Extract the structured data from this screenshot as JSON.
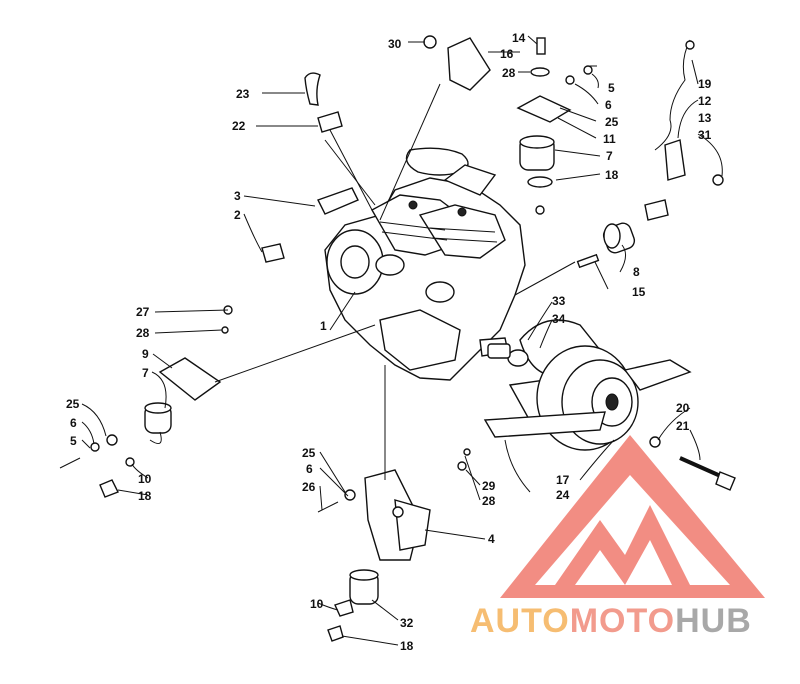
{
  "labels": {
    "l1": "1",
    "l2": "2",
    "l3": "3",
    "l4": "4",
    "l5a": "5",
    "l5b": "5",
    "l6a": "6",
    "l6b": "6",
    "l6c": "6",
    "l7a": "7",
    "l7b": "7",
    "l8": "8",
    "l9": "9",
    "l10a": "10",
    "l10b": "10",
    "l11": "11",
    "l12": "12",
    "l13": "13",
    "l14": "14",
    "l15": "15",
    "l16": "16",
    "l17": "17",
    "l18a": "18",
    "l18b": "18",
    "l18c": "18",
    "l19": "19",
    "l20": "20",
    "l21": "21",
    "l22": "22",
    "l23": "23",
    "l24": "24",
    "l25a": "25",
    "l25b": "25",
    "l25c": "25",
    "l26": "26",
    "l27": "27",
    "l28a": "28",
    "l28b": "28",
    "l28c": "28",
    "l29": "29",
    "l30": "30",
    "l31": "31",
    "l32": "32",
    "l33": "33",
    "l34": "34"
  },
  "watermark": {
    "word1": "AUTO",
    "word2": "MOTO",
    "word3": "HUB",
    "color1": "#f5b25a",
    "color2": "#f08a7a",
    "color3": "#9a9a9a",
    "logo_color": "#f07a6e"
  }
}
